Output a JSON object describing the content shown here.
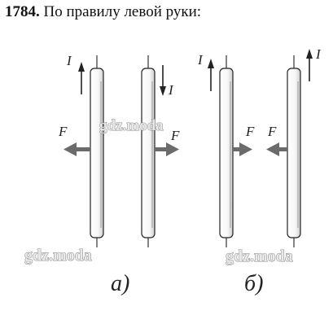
{
  "header": {
    "number": "1784.",
    "text": "По правилу левой руки:"
  },
  "labels": {
    "current": "I",
    "force": "F",
    "caption_a": "а)",
    "caption_b": "б)"
  },
  "watermark": "gdz.moda",
  "colors": {
    "line": "#222222",
    "arrow_fill": "#6b6b6b",
    "watermark_fill": "#e9e9e9"
  }
}
